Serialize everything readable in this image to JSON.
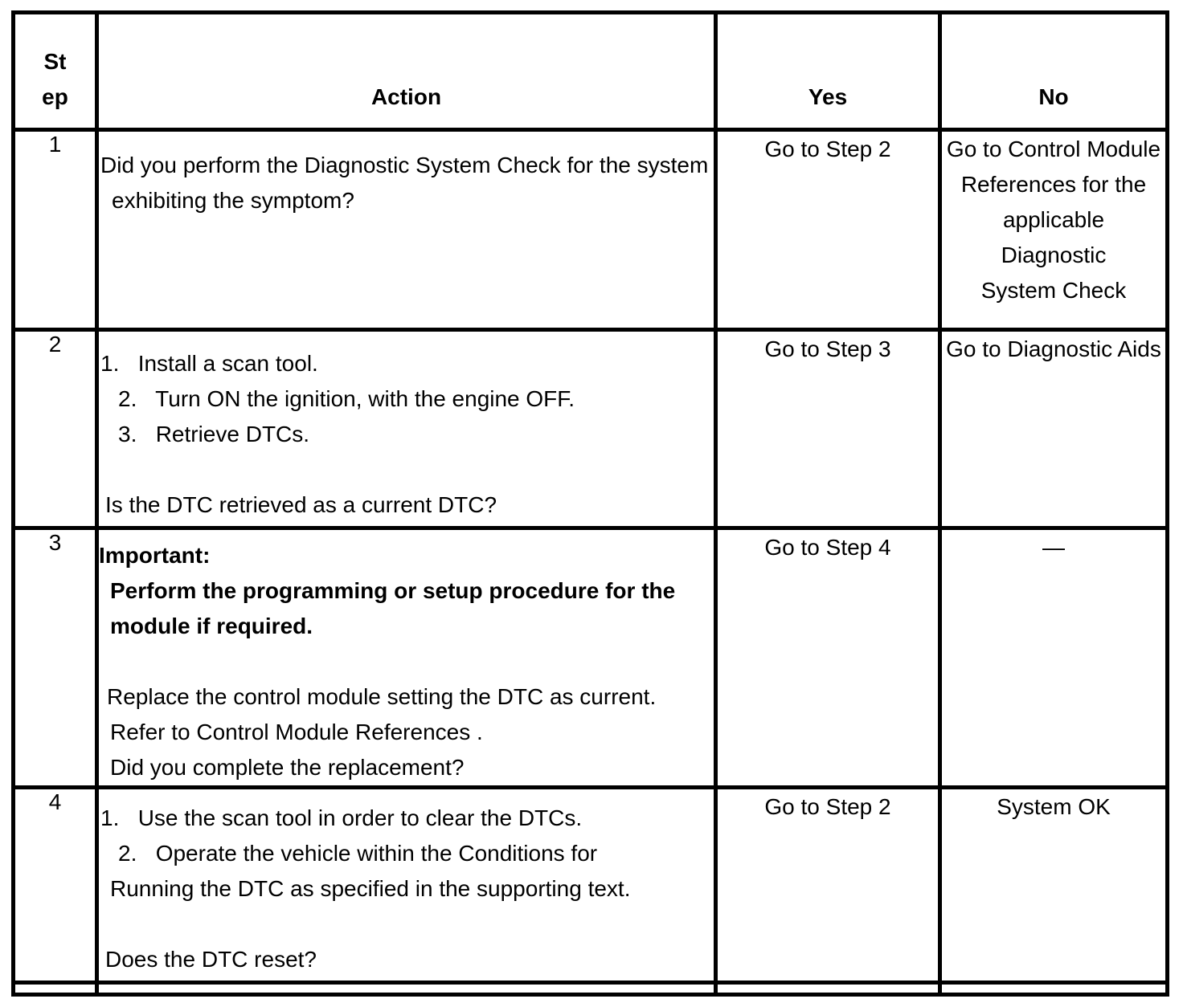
{
  "header": {
    "step_line1": "St",
    "step_line2": "ep",
    "action": "Action",
    "yes": "Yes",
    "no": "No"
  },
  "rows": [
    {
      "step": "1",
      "action_lines": [
        "Did you perform the Diagnostic System Check for the system",
        "exhibiting the symptom?"
      ],
      "yes": "Go to Step 2",
      "no_lines": [
        "Go to Control Module",
        "References for the",
        "applicable",
        "Diagnostic",
        "System Check"
      ]
    },
    {
      "step": "2",
      "action_lines": [
        "1.   Install a scan tool.",
        "2.   Turn ON the ignition, with the engine OFF.",
        "3.   Retrieve DTCs.",
        "",
        "Is the DTC retrieved as a current DTC?"
      ],
      "yes": "Go to Step 3",
      "no_lines": [
        "Go to Diagnostic Aids"
      ]
    },
    {
      "step": "3",
      "action_lines": [
        "Important:",
        "Perform the programming or setup procedure for the",
        "module if required.",
        "",
        "Replace the control module setting the DTC as current.",
        "Refer to Control Module References .",
        "Did you complete the replacement?"
      ],
      "yes": "Go to Step 4",
      "no_lines": [
        "—"
      ]
    },
    {
      "step": "4",
      "action_lines": [
        "1.   Use the scan tool in order to clear the DTCs.",
        "2.   Operate the vehicle within the Conditions for",
        "Running the DTC as specified in the supporting text.",
        "",
        "Does the DTC reset?"
      ],
      "yes": "Go to Step 2",
      "no_lines": [
        "System OK"
      ]
    }
  ]
}
